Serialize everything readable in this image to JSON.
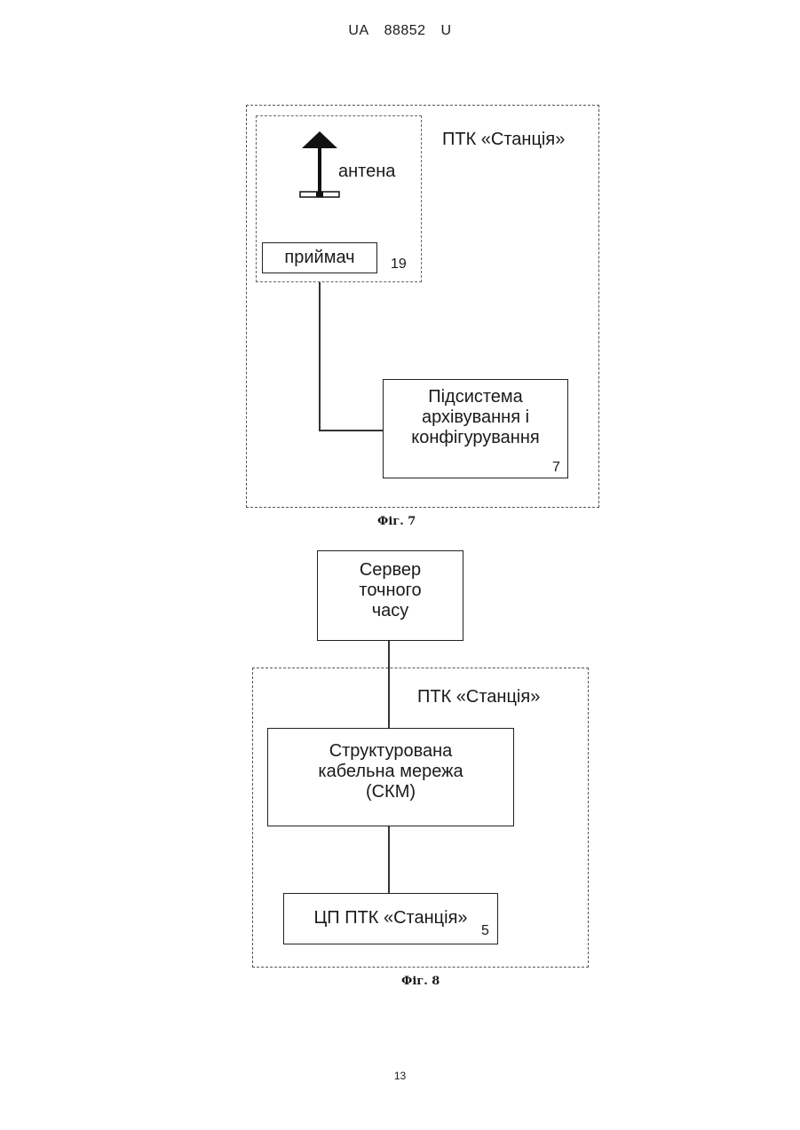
{
  "header": {
    "left": "UA",
    "number": "88852",
    "right": "U"
  },
  "fig7": {
    "group_title": "ПТК «Станція»",
    "antenna_label": "антена",
    "receiver_label": "приймач",
    "receiver_ref": "19",
    "subsystem_lines": [
      "Підсистема",
      "архівування і",
      "конфігурування"
    ],
    "subsystem_ref": "7",
    "caption": "Фіг. 7"
  },
  "fig8": {
    "server_lines": [
      "Сервер",
      "точного",
      "часу"
    ],
    "group_title": "ПТК «Станція»",
    "scs_lines": [
      "Структурована",
      "кабельна мережа",
      "(СКМ)"
    ],
    "cpu_label": "ЦП ПТК «Станція»",
    "cpu_ref": "5",
    "caption": "Фіг. 8"
  },
  "page_number": "13"
}
